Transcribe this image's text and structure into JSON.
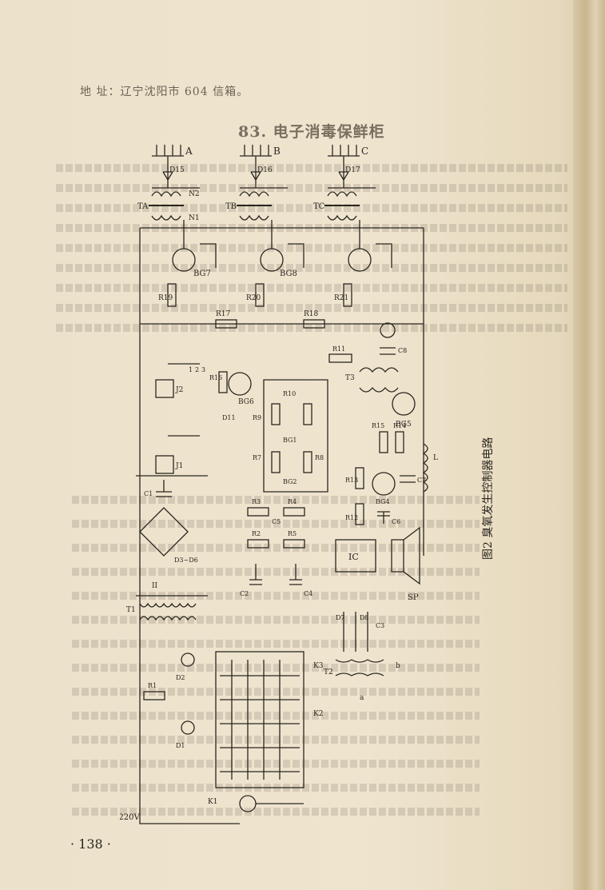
{
  "header": {
    "address_line": "地 址：辽宁沈阳市 604 信箱。"
  },
  "section": {
    "title": "83. 电子消毒保鲜柜"
  },
  "figure": {
    "caption": "图2  臭氧发生控制器电路",
    "labels": {
      "out_a": "A",
      "out_b": "B",
      "out_c": "C",
      "ta": "TA",
      "tb": "TB",
      "tc": "TC",
      "d15": "D15",
      "d16": "D16",
      "d17": "D17",
      "n1": "N1",
      "n2": "N2",
      "bg7": "BG7",
      "bg8": "BG8",
      "bg6": "BG6",
      "bg5": "BG5",
      "bg4": "BG4",
      "bg2": "BG2",
      "bg1": "BG1",
      "r19": "R19",
      "r20": "R20",
      "r21": "R21",
      "r18": "R18",
      "r16": "R16",
      "r17": "R17",
      "r11": "R11",
      "r10": "R10",
      "r9": "R9",
      "r7": "R7",
      "r8": "R8",
      "r5": "R5",
      "r4": "R4",
      "r3": "R3",
      "r2": "R2",
      "r1": "R1",
      "r12": "R12",
      "r13": "R13",
      "r14": "R14",
      "r15": "R15",
      "c1": "C1",
      "c2": "C2",
      "c3": "C3",
      "c4": "C4",
      "c5": "C5",
      "c6": "C6",
      "c7": "C7",
      "c8": "C8",
      "t1": "T1",
      "t2": "T2",
      "t3": "T3",
      "ic": "IC",
      "sp": "SP",
      "l": "L",
      "j1": "J1",
      "j2": "J2",
      "k1": "K1",
      "k2": "K2",
      "k3": "K3",
      "d1": "D1",
      "d2": "D2",
      "d3d6": "D3~D6",
      "d7": "D7",
      "d8": "D8",
      "d11": "D11",
      "v220": "~220V",
      "one": "1",
      "two": "2",
      "three": "3",
      "a_small": "a",
      "b_small": "b",
      "II": "II"
    }
  },
  "page": {
    "number": "· 138 ·"
  }
}
